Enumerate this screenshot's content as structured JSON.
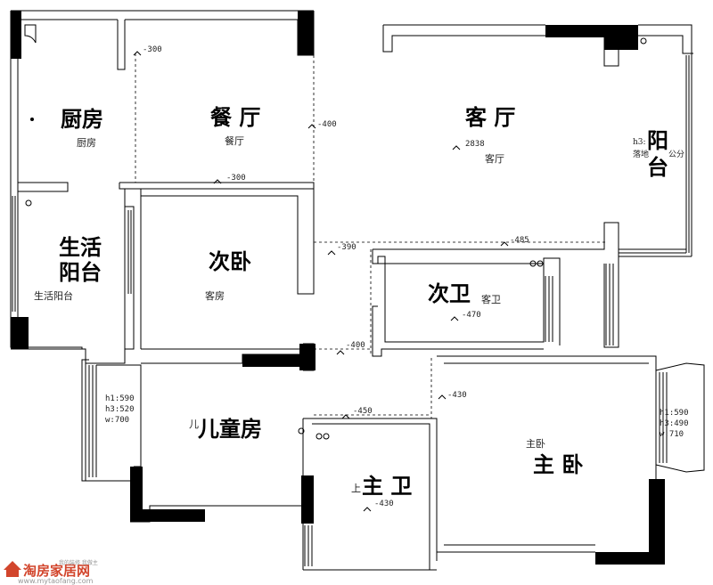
{
  "rooms": {
    "kitchen": {
      "title": "厨房",
      "label": "厨房"
    },
    "dining": {
      "title": "餐 厅",
      "label": "餐厅"
    },
    "living": {
      "title": "客 厅",
      "label": "客厅"
    },
    "balcony": {
      "title_line1": "阳",
      "title_line2": "台",
      "label": "落地",
      "label2": "公分"
    },
    "utility": {
      "title_line1": "生活",
      "title_line2": "阳台",
      "label": "生活阳台"
    },
    "second_bedroom": {
      "title": "次卧",
      "label": "客房"
    },
    "second_bath": {
      "title": "次卫",
      "label": "客卫"
    },
    "kids_room": {
      "title": "儿童房",
      "label": "儿"
    },
    "master_bath": {
      "title": "主 卫",
      "label": "上"
    },
    "master_bedroom": {
      "title": "主 卧",
      "label": "主卧"
    }
  },
  "dimensions": {
    "dining_top": "-300",
    "dining_right": "-400",
    "dining_bottom": "-300",
    "living_center": "2838",
    "balcony_height": "h3:",
    "corridor_left": "-390",
    "corridor_right": "-485",
    "second_bath": "-470",
    "corridor_lower": "-400",
    "master_top": "-430",
    "master_bath_top": "-450",
    "master_bath_bottom": "-430",
    "left_window": {
      "h1": "h1:590",
      "h3": "h3:520",
      "w": "w:700"
    },
    "right_window": {
      "h1": "h1:590",
      "h3": "h3:490",
      "w": "w:710"
    }
  },
  "watermark": {
    "brand": "淘房家居网",
    "tagline": "我的装修 我做主",
    "url": "www.mytaofang.com"
  }
}
